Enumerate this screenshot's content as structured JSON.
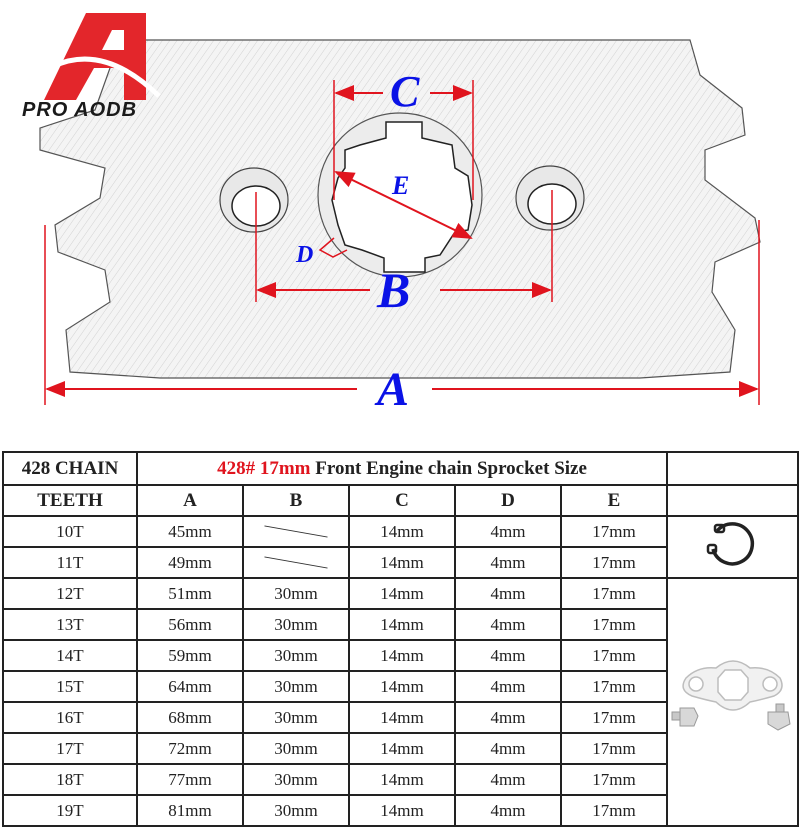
{
  "brand": {
    "name": "PRO AODB",
    "logo_color": "#e3262b"
  },
  "diagram": {
    "labels": {
      "A": "A",
      "B": "B",
      "C": "C",
      "D": "D",
      "E": "E"
    },
    "label_color": "#0a12e6",
    "dimension_line_color": "#e0141e"
  },
  "table": {
    "chain_label": "428 CHAIN",
    "title_red": "428# 17mm",
    "title_black": " Front Engine chain Sprocket Size",
    "columns": [
      "TEETH",
      "A",
      "B",
      "C",
      "D",
      "E"
    ],
    "rows": [
      {
        "teeth": "10T",
        "A": "45mm",
        "B": "",
        "C": "14mm",
        "D": "4mm",
        "E": "17mm"
      },
      {
        "teeth": "11T",
        "A": "49mm",
        "B": "",
        "C": "14mm",
        "D": "4mm",
        "E": "17mm"
      },
      {
        "teeth": "12T",
        "A": "51mm",
        "B": "30mm",
        "C": "14mm",
        "D": "4mm",
        "E": "17mm"
      },
      {
        "teeth": "13T",
        "A": "56mm",
        "B": "30mm",
        "C": "14mm",
        "D": "4mm",
        "E": "17mm"
      },
      {
        "teeth": "14T",
        "A": "59mm",
        "B": "30mm",
        "C": "14mm",
        "D": "4mm",
        "E": "17mm"
      },
      {
        "teeth": "15T",
        "A": "64mm",
        "B": "30mm",
        "C": "14mm",
        "D": "4mm",
        "E": "17mm"
      },
      {
        "teeth": "16T",
        "A": "68mm",
        "B": "30mm",
        "C": "14mm",
        "D": "4mm",
        "E": "17mm"
      },
      {
        "teeth": "17T",
        "A": "72mm",
        "B": "30mm",
        "C": "14mm",
        "D": "4mm",
        "E": "17mm"
      },
      {
        "teeth": "18T",
        "A": "77mm",
        "B": "30mm",
        "C": "14mm",
        "D": "4mm",
        "E": "17mm"
      },
      {
        "teeth": "19T",
        "A": "81mm",
        "B": "30mm",
        "C": "14mm",
        "D": "4mm",
        "E": "17mm"
      }
    ],
    "side_images": [
      "circlip-icon",
      "retainer-plate-with-bolts-icon"
    ],
    "accent_color": "#e0141e"
  }
}
